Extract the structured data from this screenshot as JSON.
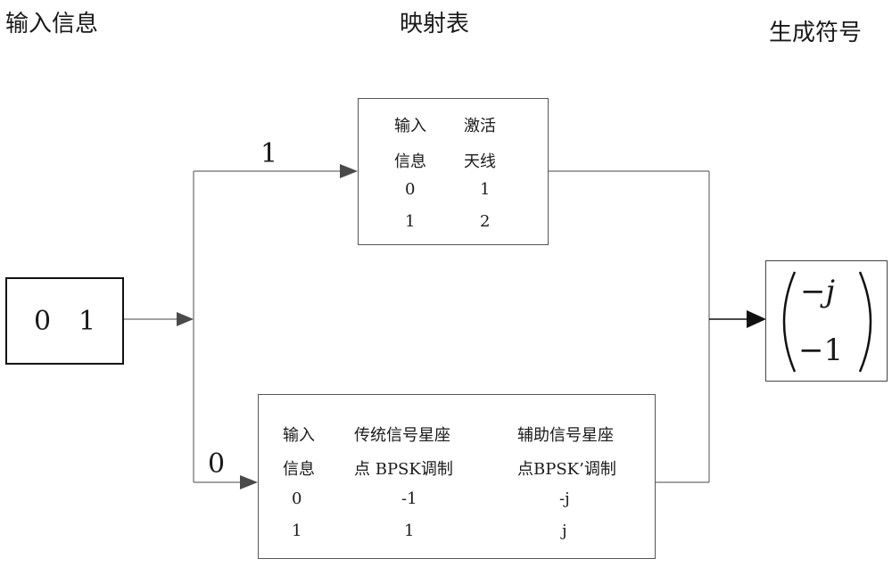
{
  "headers": {
    "input_info": "输入信息",
    "mapping_table": "映射表",
    "generated_symbol": "生成符号"
  },
  "input_bits": {
    "bit0": "0",
    "bit1": "1"
  },
  "branch_labels": {
    "upper": "1",
    "lower": "0"
  },
  "antenna_table": {
    "col1_line1": "输入",
    "col1_line2": "信息",
    "col2_line1": "激活",
    "col2_line2": "天线",
    "rows": [
      {
        "input": "0",
        "value": "1"
      },
      {
        "input": "1",
        "value": "2"
      }
    ]
  },
  "modulation_table": {
    "col1_line1": "输入",
    "col1_line2": "信息",
    "col2_line1": "传统信号星座",
    "col2_line2": "点 BPSK调制",
    "col3_line1": "辅助信号星座",
    "col3_line2": "点BPSK’调制",
    "rows": [
      {
        "input": "0",
        "traditional": "-1",
        "auxiliary": "-j"
      },
      {
        "input": "1",
        "traditional": "1",
        "auxiliary": "j"
      }
    ]
  },
  "output_vector": {
    "top": "−j",
    "bottom": "−1"
  },
  "colors": {
    "line": "#6b6b6b",
    "dark": "#111111"
  }
}
